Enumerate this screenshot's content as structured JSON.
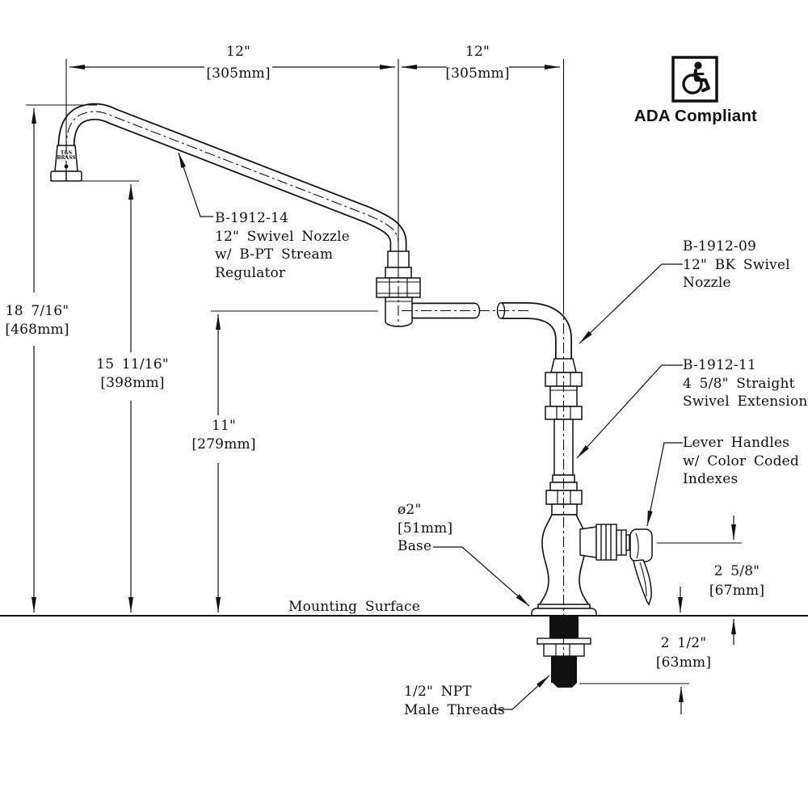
{
  "drawing": {
    "ada": {
      "label": "ADA Compliant"
    },
    "dims": {
      "spout_left": "12\"\n[305mm]",
      "spout_right": "12\"\n[305mm]",
      "height_total": "18 7/16\"\n[468mm]",
      "height_nozzle": "15 11/16\"\n[398mm]",
      "height_pipe": "11\"\n[279mm]",
      "handle_offset": "2 5/8\"\n[67mm]",
      "shank_length": "2 1/2\"\n[63mm]"
    },
    "labels": {
      "swivel_nozzle_14": "B-1912-14\n12\" Swivel Nozzle\nw/ B-PT Stream\nRegulator",
      "swivel_nozzle_09": "B-1912-09\n12\" BK Swivel\nNozzle",
      "swivel_extension": "B-1912-11\n4 5/8\" Straight\nSwivel Extension",
      "lever_handles": "Lever Handles\nw/ Color Coded\nIndexes",
      "base": "ø2\"\n[51mm]\nBase",
      "mounting_surface": "Mounting Surface",
      "npt": "1/2\" NPT\nMale Threads",
      "brand": "T&S\nBRASS"
    }
  }
}
